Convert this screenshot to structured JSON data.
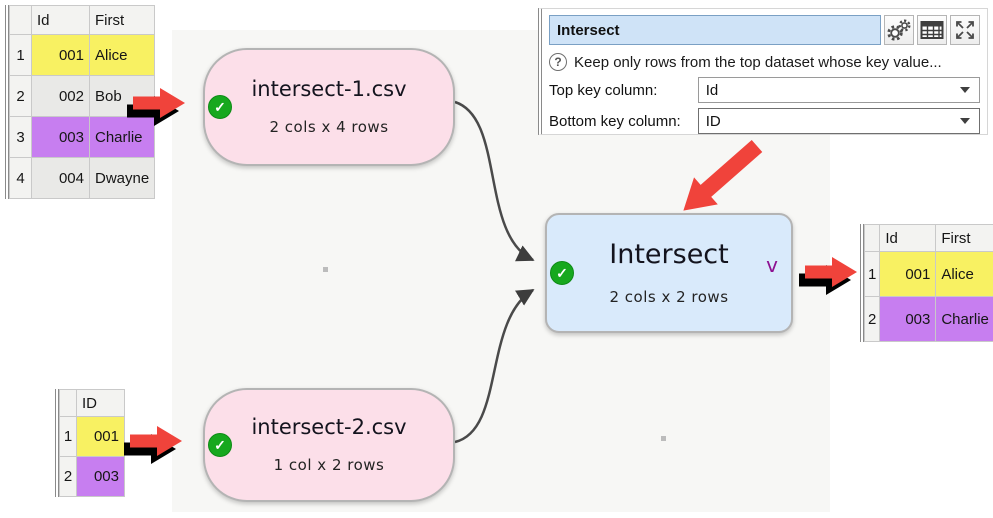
{
  "panel": {
    "title_value": "Intersect",
    "help_text": "Keep only rows from the top dataset whose key value...",
    "fields": [
      {
        "label": "Top key column:",
        "value": "Id"
      },
      {
        "label": "Bottom key column:",
        "value": "ID"
      }
    ]
  },
  "nodes": {
    "input1": {
      "title": "intersect-1.csv",
      "subtitle": "2 cols x 4 rows",
      "status": "ok"
    },
    "input2": {
      "title": "intersect-2.csv",
      "subtitle": "1 col x 2 rows",
      "status": "ok"
    },
    "transform": {
      "title": "Intersect",
      "subtitle": "2 cols x 2 rows",
      "status": "ok",
      "badge": "v"
    }
  },
  "tables": {
    "top_left": {
      "headers": [
        "Id",
        "First"
      ],
      "rows": [
        {
          "num": "1",
          "id": "001",
          "first": "Alice",
          "highlight": "yellow"
        },
        {
          "num": "2",
          "id": "002",
          "first": "Bob",
          "highlight": "none"
        },
        {
          "num": "3",
          "id": "003",
          "first": "Charlie",
          "highlight": "purple"
        },
        {
          "num": "4",
          "id": "004",
          "first": "Dwayne",
          "highlight": "none"
        }
      ]
    },
    "bottom_left": {
      "headers": [
        "ID"
      ],
      "rows": [
        {
          "num": "1",
          "id": "001",
          "highlight": "yellow"
        },
        {
          "num": "2",
          "id": "003",
          "highlight": "purple"
        }
      ]
    },
    "output": {
      "headers": [
        "Id",
        "First"
      ],
      "rows": [
        {
          "num": "1",
          "id": "001",
          "first": "Alice",
          "highlight": "yellow"
        },
        {
          "num": "2",
          "id": "003",
          "first": "Charlie",
          "highlight": "purple"
        }
      ]
    }
  },
  "colors": {
    "yellow_highlight": "#f8f162",
    "purple_highlight": "#c77ef0",
    "node_pink": "#fcdfe9",
    "node_blue": "#d9eafb",
    "status_green": "#17a81e",
    "badge_purple": "#8d1191",
    "arrow_red": "#f0433b"
  }
}
